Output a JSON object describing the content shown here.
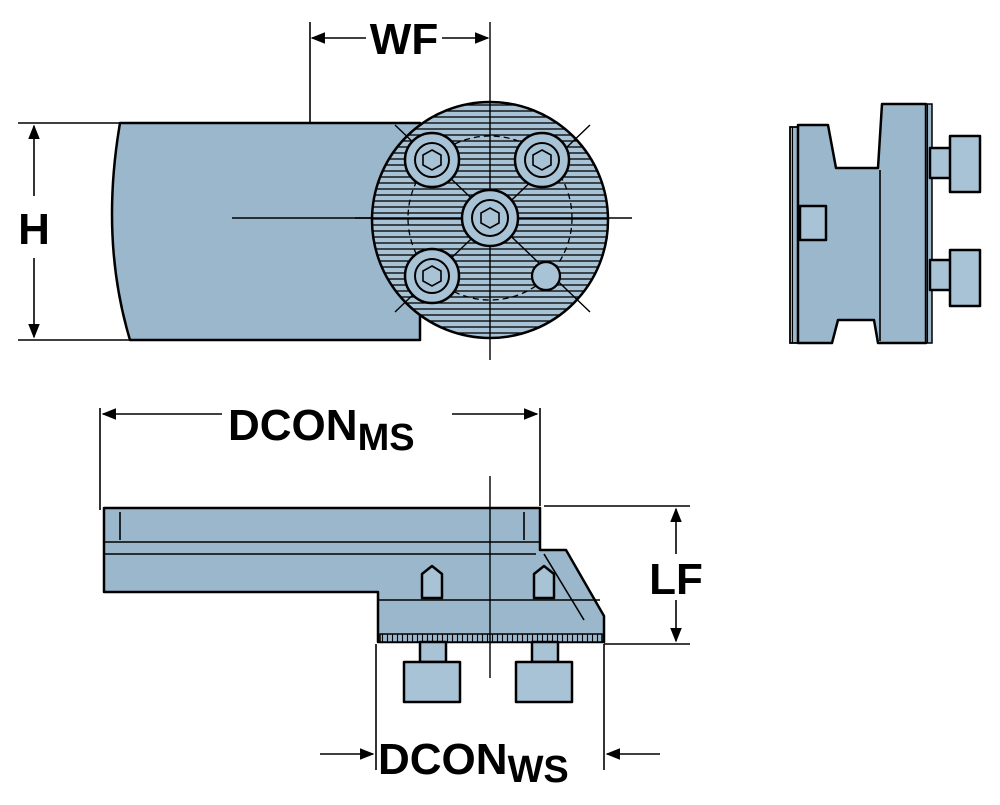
{
  "dimensions": {
    "wf": "WF",
    "h": "H",
    "dcon_ms_main": "DCON",
    "dcon_ms_sub": "MS",
    "lf": "LF",
    "dcon_ws_main": "DCON",
    "dcon_ws_sub": "WS"
  },
  "colors": {
    "part_fill": "#9bb7cc",
    "outline": "#000000",
    "background": "#ffffff"
  }
}
